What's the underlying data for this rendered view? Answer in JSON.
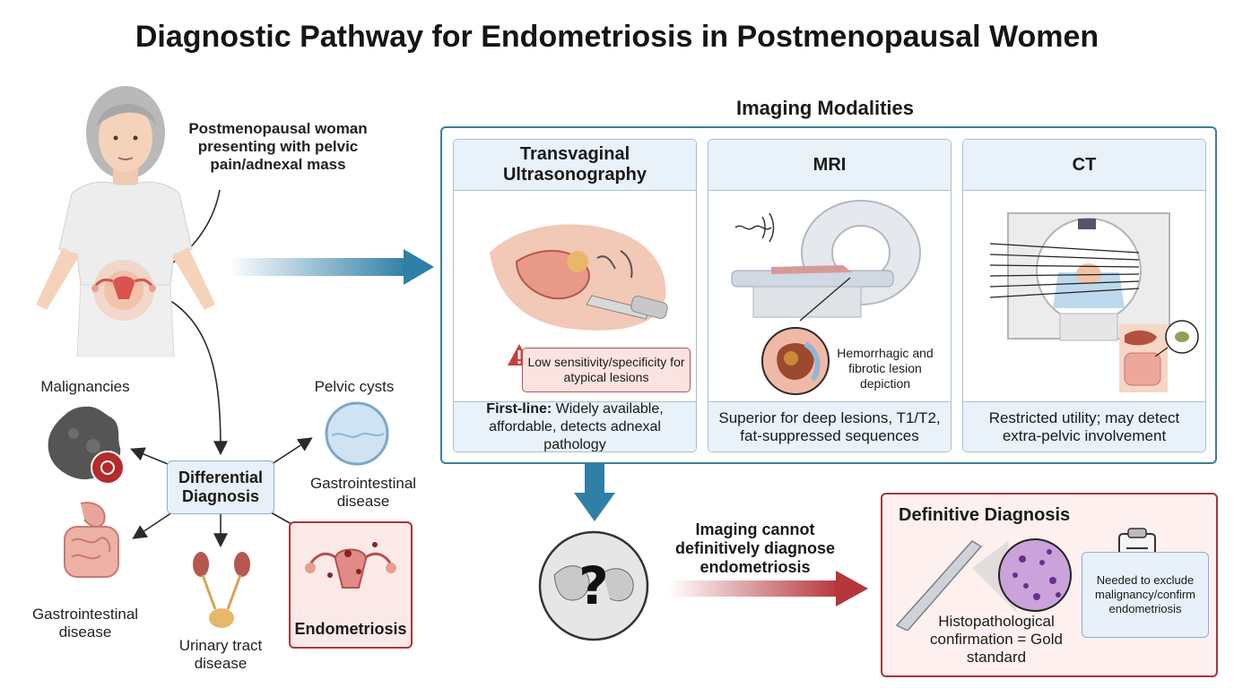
{
  "title": "Diagnostic Pathway for Endometriosis in Postmenopausal Women",
  "patient": {
    "text": "Postmenopausal woman presenting with pelvic pain/adnexal mass"
  },
  "differential": {
    "center": "Differential Diagnosis",
    "malignancies": "Malignancies",
    "pelvic_cysts": "Pelvic cysts",
    "gi_right": "Gastrointestinal disease",
    "gi_left": "Gastrointestinal disease",
    "urinary": "Urinary tract disease",
    "endometriosis": "Endometriosis"
  },
  "imaging": {
    "heading": "Imaging Modalities",
    "tvus": {
      "title": "Transvaginal Ultrasonography",
      "warning": "Low sensitivity/specificity for atypical lesions",
      "foot_bold": "First-line:",
      "foot_rest": " Widely available, affordable, detects adnexal pathology"
    },
    "mri": {
      "title": "MRI",
      "callout": "Hemorrhagic and fibrotic lesion depiction",
      "foot": "Superior for deep lesions, T1/T2, fat-suppressed sequences"
    },
    "ct": {
      "title": "CT",
      "foot": "Restricted utility; may detect extra-pelvic involvement"
    }
  },
  "limitation": "Imaging cannot definitively diagnose endometriosis",
  "definitive": {
    "heading": "Definitive Diagnosis",
    "histo": "Histopathological confirmation = Gold standard",
    "needed": "Needed to exclude malignancy/confirm endometriosis"
  },
  "colors": {
    "panel_border": "#3d7e95",
    "arrow_blue": "#2f7fa6",
    "arrow_red": "#b5373c",
    "card_head": "#e9f1f9"
  }
}
